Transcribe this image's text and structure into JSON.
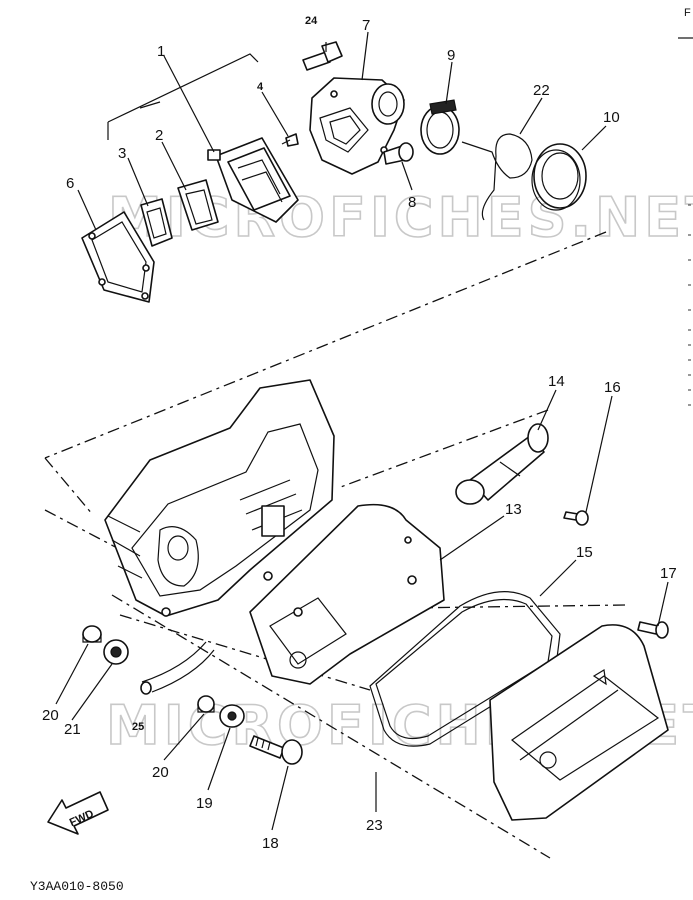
{
  "diagram": {
    "drawing_code": "Y3AA010-8050",
    "watermark": "MICROFICHES.NET",
    "fwd_label": "FWD",
    "edge_letter": "F",
    "callouts": {
      "c1": "1",
      "c2": "2",
      "c3": "3",
      "c4": "4",
      "c6": "6",
      "c7": "7",
      "c8": "8",
      "c9": "9",
      "c10": "10",
      "c13": "13",
      "c14": "14",
      "c15": "15",
      "c16": "16",
      "c17": "17",
      "c18": "18",
      "c19": "19",
      "c20a": "20",
      "c20b": "20",
      "c21": "21",
      "c22": "22",
      "c23": "23",
      "c24": "24",
      "c25": "25"
    }
  }
}
